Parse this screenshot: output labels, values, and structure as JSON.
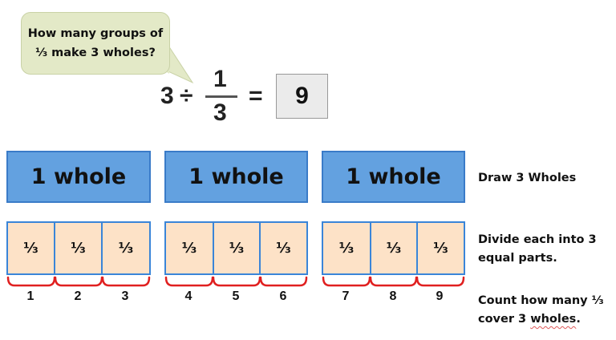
{
  "question": {
    "line1": "How many groups of",
    "line2": "⅓ make 3 wholes?"
  },
  "equation": {
    "dividend": "3",
    "operator": "÷",
    "numerator": "1",
    "denominator": "3",
    "equals": "=",
    "answer": "9"
  },
  "wholes": [
    {
      "label": "1 whole"
    },
    {
      "label": "1 whole"
    },
    {
      "label": "1 whole"
    }
  ],
  "parts": [
    {
      "label": "⅓",
      "count": "1"
    },
    {
      "label": "⅓",
      "count": "2"
    },
    {
      "label": "⅓",
      "count": "3"
    },
    {
      "label": "⅓",
      "count": "4"
    },
    {
      "label": "⅓",
      "count": "5"
    },
    {
      "label": "⅓",
      "count": "6"
    },
    {
      "label": "⅓",
      "count": "7"
    },
    {
      "label": "⅓",
      "count": "8"
    },
    {
      "label": "⅓",
      "count": "9"
    }
  ],
  "steps": {
    "step1": "Draw 3 Wholes",
    "step2_line1": "Divide each into 3",
    "step2_line2": "equal parts.",
    "step3_line1": "Count how many ⅓",
    "step3_line2a": "cover 3 ",
    "step3_line2b": "wholes",
    "step3_line2c": "."
  },
  "colors": {
    "whole_fill": "#63a1e0",
    "part_fill": "#fde2c7",
    "part_border": "#3a85d8",
    "brace": "#e02020",
    "bubble_fill": "#e3e9c7"
  }
}
